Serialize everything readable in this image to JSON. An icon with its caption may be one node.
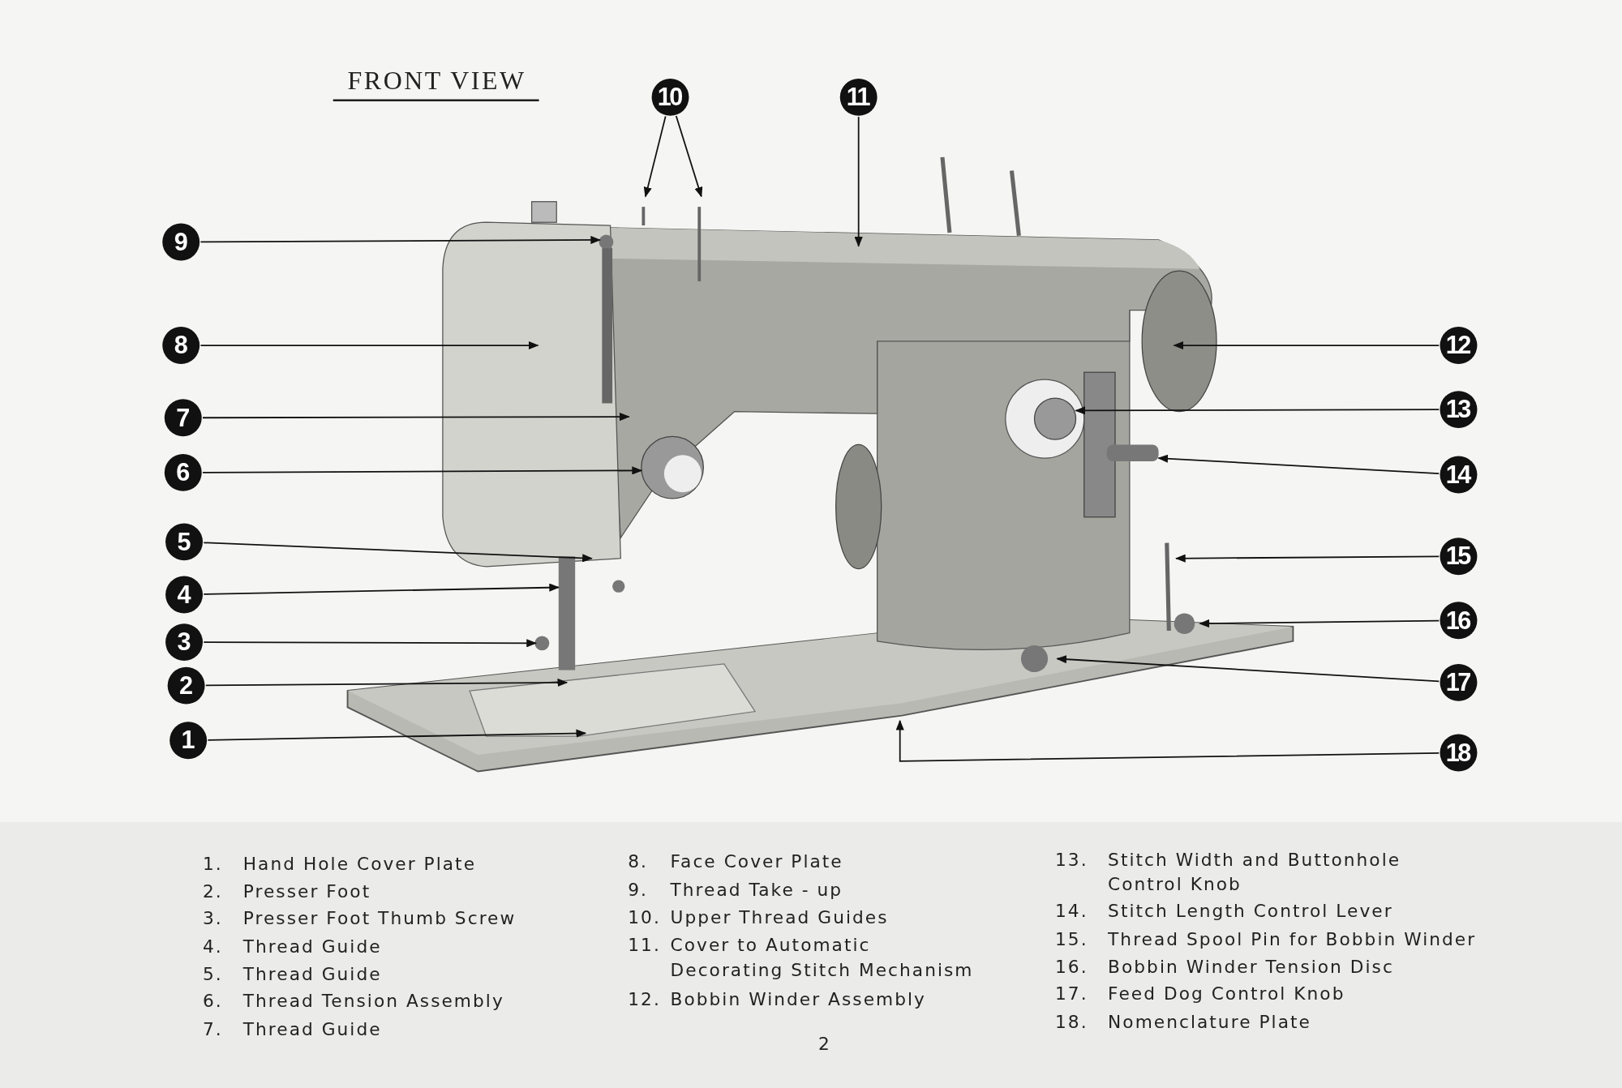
{
  "diagram": {
    "title": "FRONT VIEW",
    "nodes": [
      {
        "text": [
          "1"
        ]
      },
      {
        "text": [
          "2"
        ]
      },
      {
        "text": [
          "3"
        ]
      },
      {
        "text": [
          "4"
        ]
      },
      {
        "text": [
          "5"
        ]
      },
      {
        "text": [
          "6"
        ]
      },
      {
        "text": [
          "7"
        ]
      },
      {
        "text": [
          "8"
        ]
      },
      {
        "text": [
          "9"
        ]
      },
      {
        "text": [
          "10"
        ]
      },
      {
        "text": [
          "11"
        ]
      },
      {
        "text": [
          "12"
        ]
      },
      {
        "text": [
          "13"
        ]
      },
      {
        "text": [
          "14"
        ]
      },
      {
        "text": [
          "15"
        ]
      },
      {
        "text": [
          "16"
        ]
      },
      {
        "text": [
          "17"
        ]
      },
      {
        "text": [
          "18"
        ]
      }
    ],
    "edges": [
      {
        "from": 0,
        "to": null,
        "arrow": "to"
      },
      {
        "from": 1,
        "to": null,
        "arrow": "to"
      },
      {
        "from": 2,
        "to": null,
        "arrow": "to"
      },
      {
        "from": 3,
        "to": null,
        "arrow": "to"
      },
      {
        "from": 4,
        "to": null,
        "arrow": "to"
      },
      {
        "from": 5,
        "to": null,
        "arrow": "to"
      },
      {
        "from": 6,
        "to": null,
        "arrow": "to"
      },
      {
        "from": 7,
        "to": null,
        "arrow": "to"
      },
      {
        "from": 8,
        "to": null,
        "arrow": "to"
      },
      {
        "from": 9,
        "to": null,
        "arrow": "to"
      },
      {
        "from": 9,
        "to": null,
        "arrow": "to"
      },
      {
        "from": 10,
        "to": null,
        "arrow": "to"
      },
      {
        "from": 11,
        "to": null,
        "arrow": "to"
      },
      {
        "from": 12,
        "to": null,
        "arrow": "to"
      },
      {
        "from": 13,
        "to": null,
        "arrow": "to"
      },
      {
        "from": 14,
        "to": null,
        "arrow": "to"
      },
      {
        "from": 15,
        "to": null,
        "arrow": "to"
      },
      {
        "from": 16,
        "to": null,
        "arrow": "to"
      },
      {
        "from": 17,
        "to": null,
        "arrow": "to"
      }
    ],
    "labels": [
      "1.",
      "Hand Hole Cover Plate",
      "2.",
      "Presser Foot",
      "3.",
      "Presser Foot Thumb Screw",
      "4.",
      "Thread Guide",
      "5.",
      "Thread Guide",
      "6.",
      "Thread Tension Assembly",
      "7.",
      "Thread Guide",
      "8.",
      "Face Cover Plate",
      "9.",
      "Thread Take - up",
      "10.",
      "Upper Thread Guides",
      "11.",
      "Cover to Automatic Decorating Stitch Mechanism",
      "12.",
      "Bobbin Winder Assembly",
      "13.",
      "Stitch Width and Buttonhole Control Knob",
      "14.",
      "Stitch Length Control Lever",
      "15.",
      "Thread Spool Pin for Bobbin Winder",
      "16.",
      "Bobbin Winder Tension Disc",
      "17.",
      "Feed Dog Control Knob",
      "18.",
      "Nomenclature Plate",
      "2"
    ]
  }
}
